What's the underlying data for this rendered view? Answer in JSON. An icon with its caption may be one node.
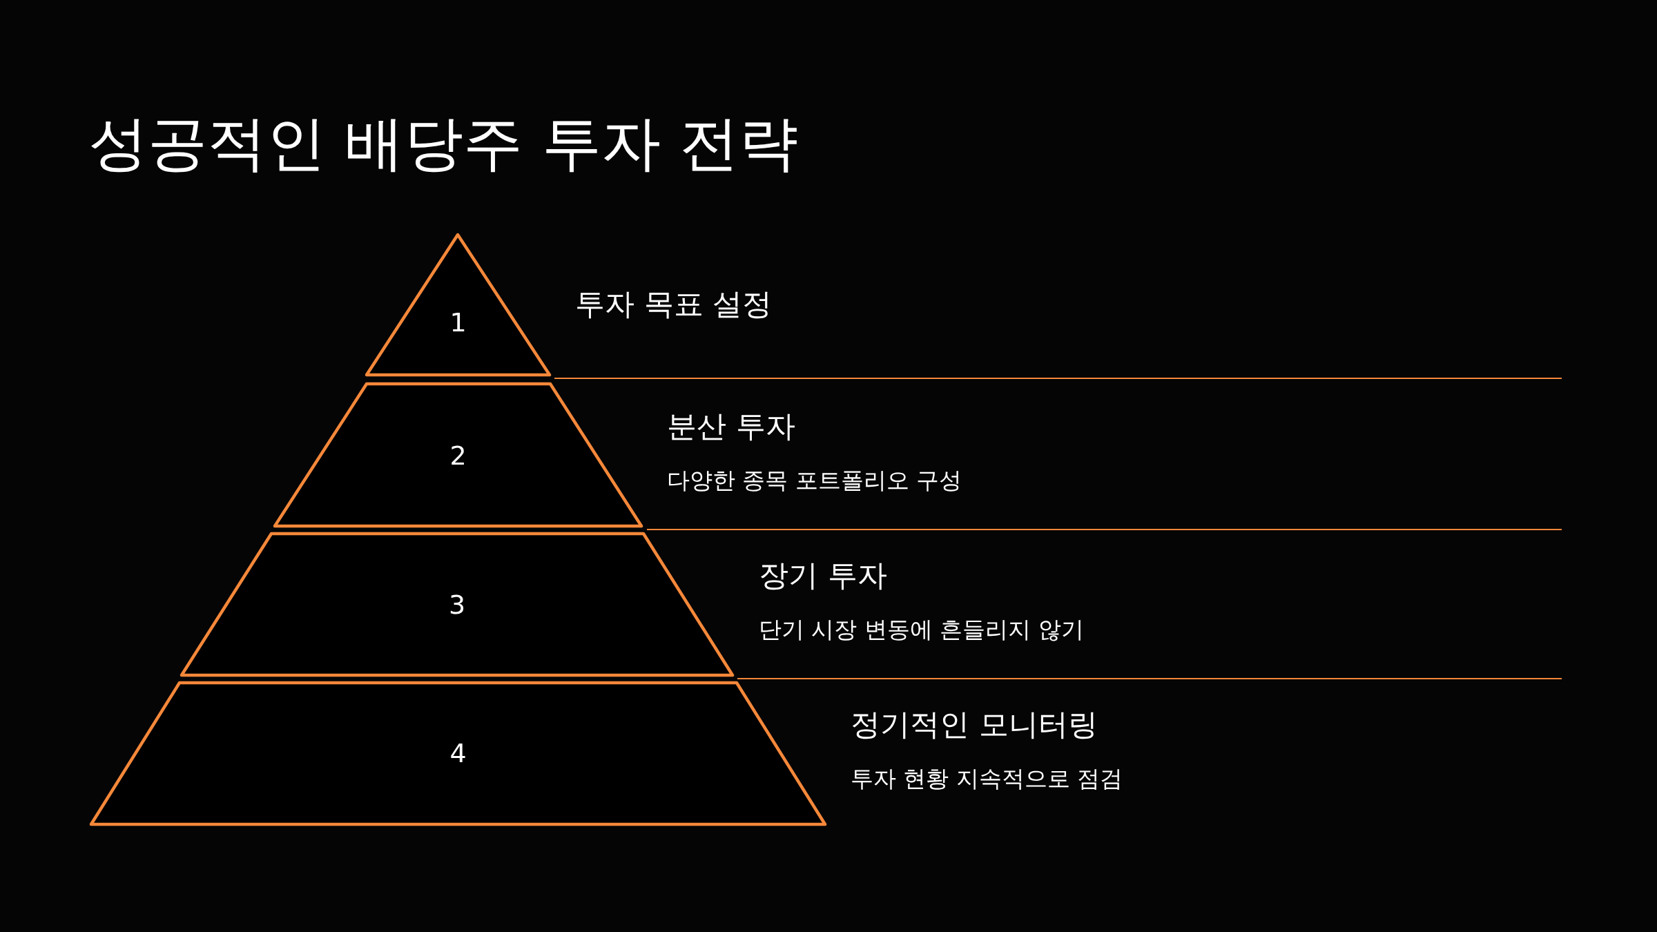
{
  "diagram": {
    "title": "성공적인 배당주 투자 전략",
    "nodes": [
      {
        "text": [
          "1"
        ],
        "beside": [
          "투자 목표 설정"
        ]
      },
      {
        "text": [
          "2"
        ],
        "beside": [
          "분산 투자",
          "다양한 종목 포트폴리오 구성"
        ]
      },
      {
        "text": [
          "3"
        ],
        "beside": [
          "장기 투자",
          "단기 시장 변동에 흔들리지 않기"
        ]
      },
      {
        "text": [
          "4"
        ],
        "beside": [
          "정기적인 모니터링",
          "투자 현황 지속적으로 점검"
        ]
      }
    ]
  }
}
